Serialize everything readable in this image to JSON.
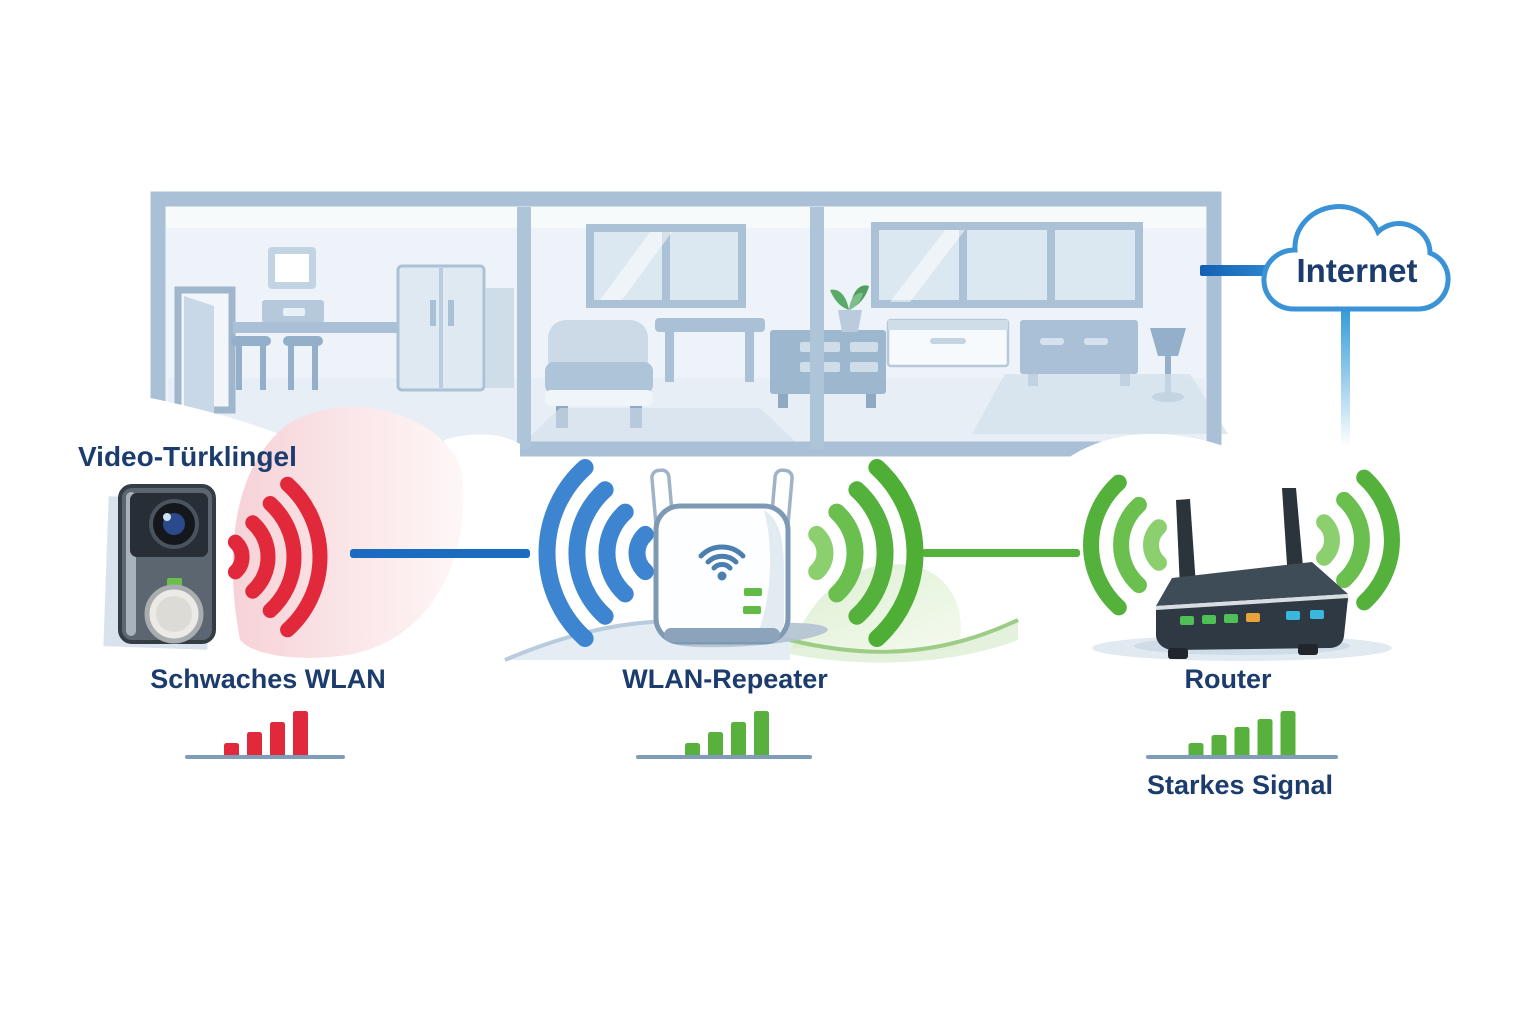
{
  "scene": {
    "internet": {
      "label": "Internet"
    },
    "doorbell": {
      "label": "Video-Türklingel",
      "status_label": "Schwaches WLAN",
      "signal_bars": 4,
      "signal_color": "#e2293b"
    },
    "repeater": {
      "label": "WLAN-Repeater",
      "signal_bars": 4,
      "signal_color": "#58b13c"
    },
    "router": {
      "label": "Router",
      "status_label": "Starkes Signal",
      "signal_bars": 5,
      "signal_color": "#58b13c"
    }
  },
  "colors": {
    "label_text": "#1c3c6e",
    "weak_signal_red": "#e2293b",
    "strong_signal_green": "#58b13c",
    "wifi_blue": "#3d85d0",
    "connection_blue": "#1766b8",
    "cloud_outline": "#3a93d6",
    "underline_gray": "#7f9cb8",
    "house_wall": "#a9c0d6"
  }
}
